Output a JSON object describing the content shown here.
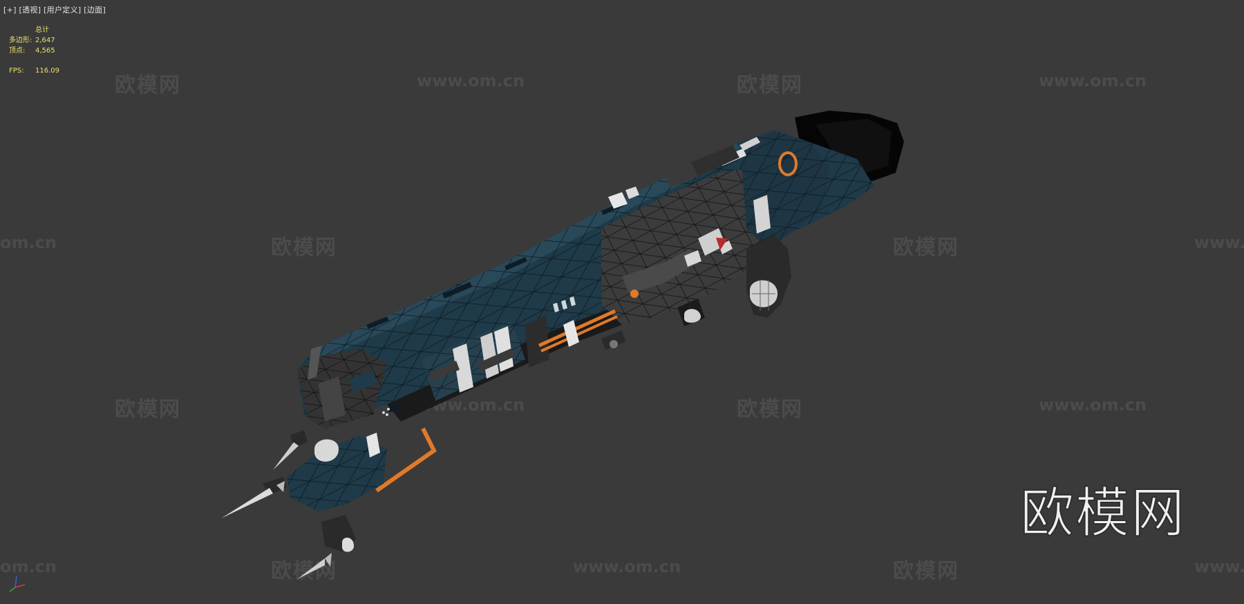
{
  "viewport": {
    "label_plus": "[+]",
    "label_view": "[透视]",
    "label_user": "[用户定义]",
    "label_mode": "[边面]"
  },
  "stats": {
    "header": "总计",
    "polys_label": "多边形:",
    "polys_value": "2,647",
    "verts_label": "顶点:",
    "verts_value": "4,565",
    "fps_label": "FPS:",
    "fps_value": "116.09"
  },
  "watermark": {
    "cn": "欧模网",
    "url": "www.om.cn",
    "url_short": "om.cn",
    "url_prefix": "www."
  },
  "logo": "欧模网",
  "colors": {
    "background": "#3a3a3a",
    "stats_text": "#e8e26a",
    "hull_teal": "#1f3a48",
    "hull_grey": "#3c3c3c",
    "accent_orange": "#e07a2a"
  }
}
